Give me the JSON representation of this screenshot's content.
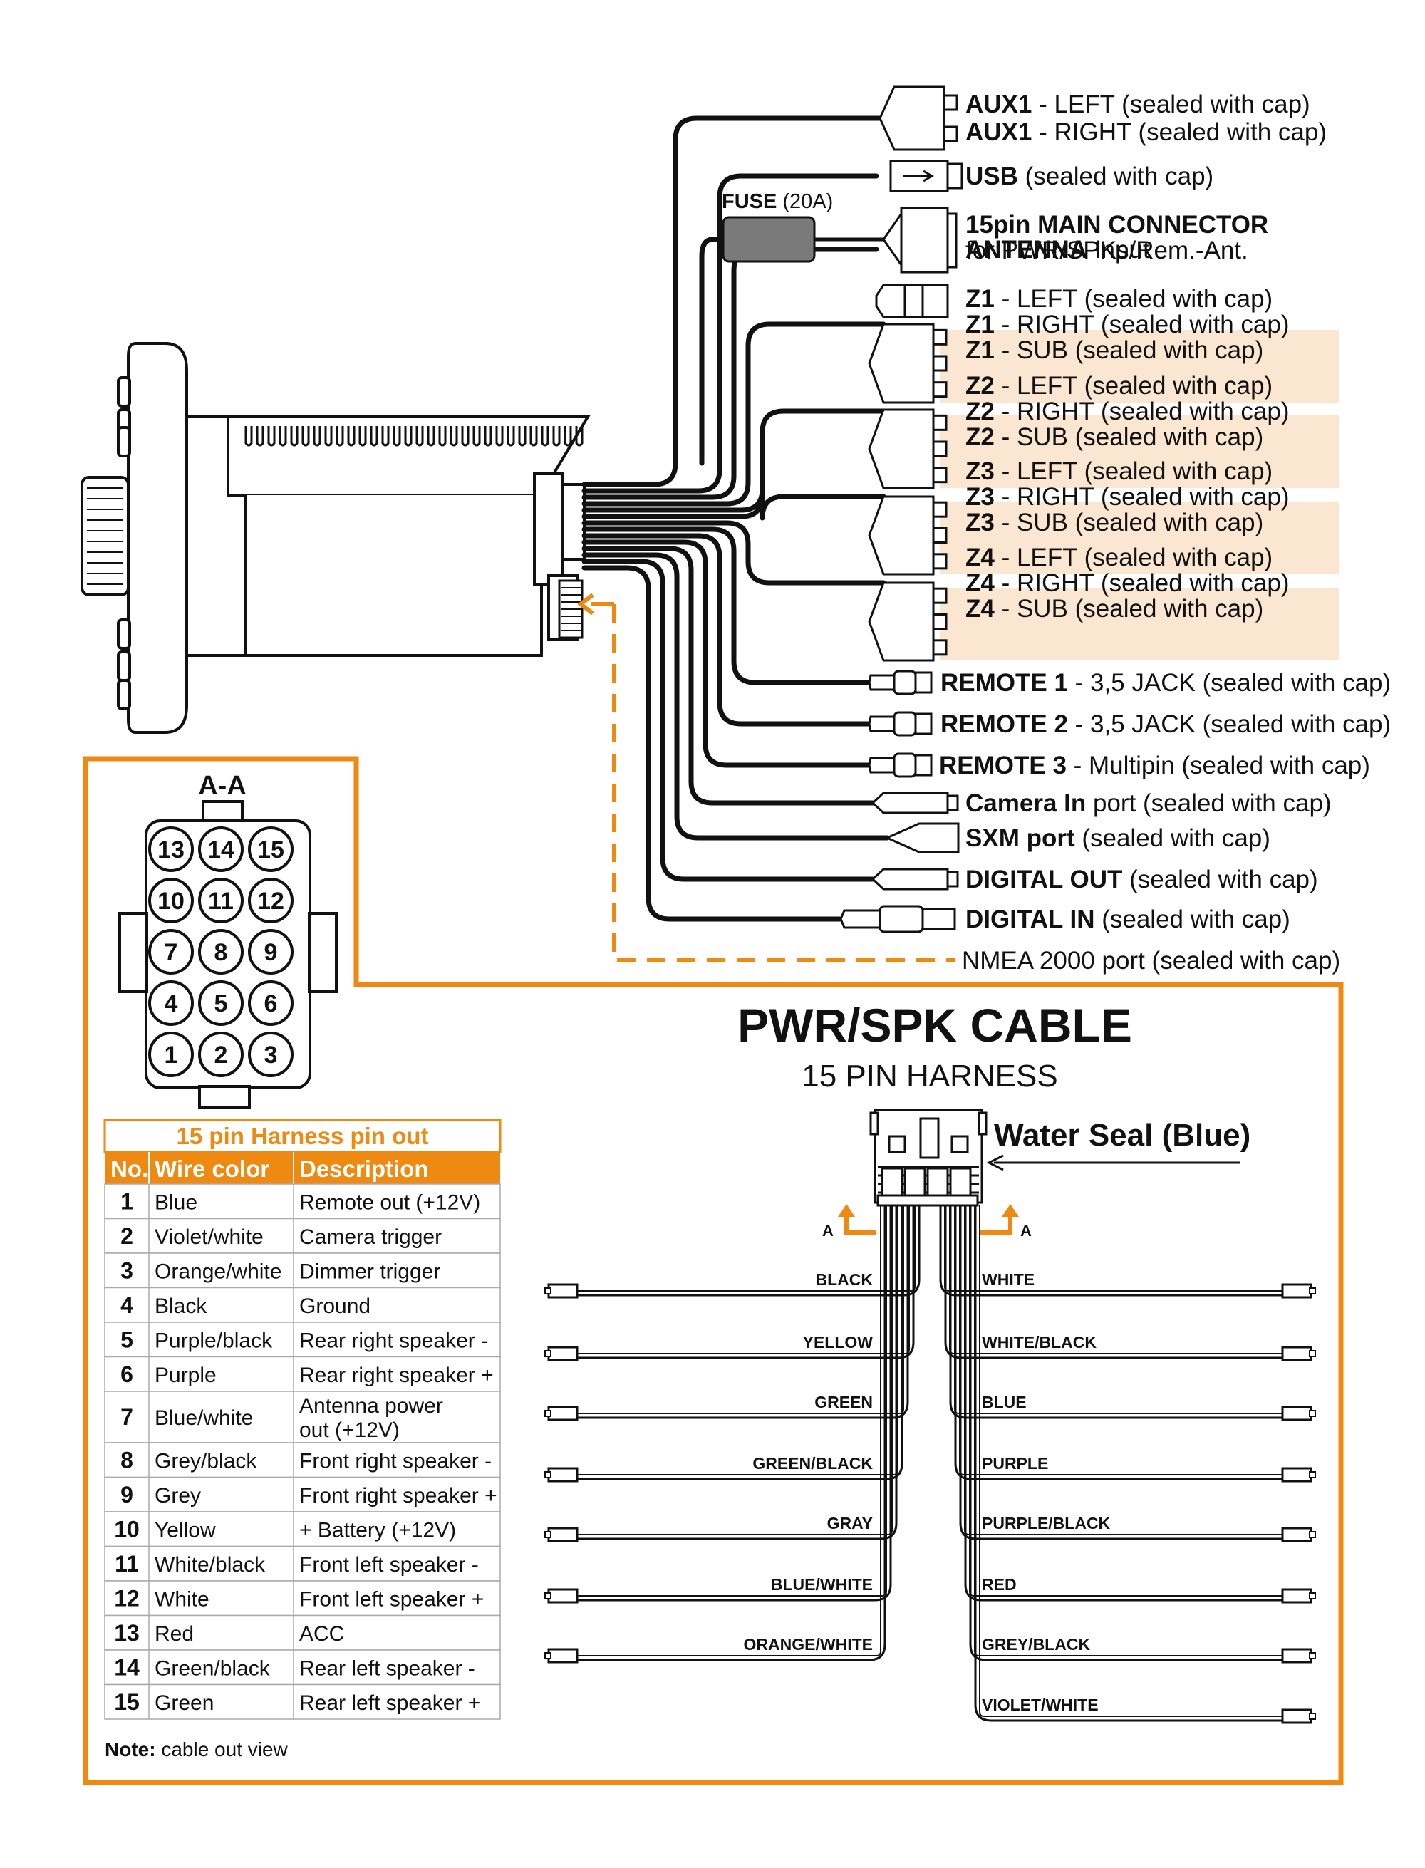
{
  "colors": {
    "accent": "#ee8a12",
    "zone_highlight": "#fbe6d2",
    "wire": "#111111",
    "fuse_fill": "#7a7a7a"
  },
  "connectors": [
    {
      "bold": "AUX1",
      "rest": " - LEFT (sealed with cap)",
      "icon": "rca-connector-icon"
    },
    {
      "bold": "AUX1",
      "rest": " - RIGHT (sealed with cap)",
      "icon": "rca-connector-icon"
    },
    {
      "bold": "USB",
      "rest": " (sealed with cap)",
      "icon": "usb-connector-icon"
    },
    {
      "bold": "15pin MAIN CONNECTOR",
      "rest": "",
      "sub": "for PWR/SPKs/Rem.-Ant.",
      "icon": "multipin-connector-icon"
    },
    {
      "bold": "ANTENNA",
      "rest": " Input",
      "icon": "antenna-connector-icon"
    },
    {
      "bold": "Z1",
      "rest": " - LEFT (sealed with cap)",
      "icon": "rca-connector-icon"
    },
    {
      "bold": "Z1",
      "rest": " - RIGHT (sealed with cap)",
      "icon": "rca-connector-icon"
    },
    {
      "bold": "Z1",
      "rest": " - SUB (sealed with cap)",
      "icon": "rca-connector-icon"
    },
    {
      "bold": "Z2",
      "rest": " - LEFT (sealed with cap)",
      "icon": "rca-connector-icon"
    },
    {
      "bold": "Z2",
      "rest": " - RIGHT (sealed with cap)",
      "icon": "rca-connector-icon"
    },
    {
      "bold": "Z2",
      "rest": " - SUB (sealed with cap)",
      "icon": "rca-connector-icon"
    },
    {
      "bold": "Z3",
      "rest": " - LEFT (sealed with cap)",
      "icon": "rca-connector-icon"
    },
    {
      "bold": "Z3",
      "rest": " - RIGHT (sealed with cap)",
      "icon": "rca-connector-icon"
    },
    {
      "bold": "Z3",
      "rest": " - SUB (sealed with cap)",
      "icon": "rca-connector-icon"
    },
    {
      "bold": "Z4",
      "rest": " - LEFT (sealed with cap)",
      "icon": "rca-connector-icon"
    },
    {
      "bold": "Z4",
      "rest": " - RIGHT (sealed with cap)",
      "icon": "rca-connector-icon"
    },
    {
      "bold": "Z4",
      "rest": " - SUB (sealed with cap)",
      "icon": "rca-connector-icon"
    },
    {
      "bold": "REMOTE 1",
      "rest": " - 3,5 JACK (sealed with cap)",
      "icon": "jack-connector-icon"
    },
    {
      "bold": "REMOTE 2",
      "rest": " - 3,5 JACK (sealed with cap)",
      "icon": "jack-connector-icon"
    },
    {
      "bold": "REMOTE 3",
      "rest": " - Multipin (sealed with cap)",
      "icon": "jack-connector-icon"
    },
    {
      "bold": "Camera In",
      "rest": " port (sealed with cap)",
      "icon": "rca-connector-icon"
    },
    {
      "bold": "SXM port",
      "rest": " (sealed with cap)",
      "icon": "sxm-connector-icon"
    },
    {
      "bold": "DIGITAL OUT",
      "rest": " (sealed with cap)",
      "icon": "rca-connector-icon"
    },
    {
      "bold": "DIGITAL IN",
      "rest": " (sealed with cap)",
      "icon": "optical-connector-icon"
    },
    {
      "bold": "",
      "rest": "NMEA 2000 port (sealed with cap)",
      "icon": "nmea-dashed-line"
    }
  ],
  "fuse": {
    "label_bold": "FUSE",
    "label_rest": " (20A)"
  },
  "section_a": {
    "label": "A-A",
    "pins": [
      "13",
      "14",
      "15",
      "10",
      "11",
      "12",
      "7",
      "8",
      "9",
      "4",
      "5",
      "6",
      "1",
      "2",
      "3"
    ]
  },
  "pin_table": {
    "title": "15 pin Harness pin out",
    "headers": [
      "No.",
      "Wire color",
      "Description"
    ],
    "rows": [
      [
        "1",
        "Blue",
        "Remote out (+12V)"
      ],
      [
        "2",
        "Violet/white",
        "Camera trigger"
      ],
      [
        "3",
        "Orange/white",
        "Dimmer trigger"
      ],
      [
        "4",
        "Black",
        "Ground"
      ],
      [
        "5",
        "Purple/black",
        "Rear right speaker -"
      ],
      [
        "6",
        "Purple",
        "Rear right speaker +"
      ],
      [
        "7",
        "Blue/white",
        "Antenna power out (+12V)"
      ],
      [
        "8",
        "Grey/black",
        "Front right speaker -"
      ],
      [
        "9",
        "Grey",
        "Front right speaker +"
      ],
      [
        "10",
        "Yellow",
        "+ Battery (+12V)"
      ],
      [
        "11",
        "White/black",
        "Front left speaker -"
      ],
      [
        "12",
        "White",
        "Front left speaker +"
      ],
      [
        "13",
        "Red",
        "ACC"
      ],
      [
        "14",
        "Green/black",
        "Rear left speaker -"
      ],
      [
        "15",
        "Green",
        "Rear left speaker +"
      ]
    ],
    "note_bold": "Note:",
    "note_rest": " cable out view"
  },
  "harness": {
    "title": "PWR/SPK CABLE",
    "subtitle": "15 PIN HARNESS",
    "water_seal": "Water Seal (Blue)",
    "section_marker": "A",
    "left_wires": [
      "BLACK",
      "YELLOW",
      "GREEN",
      "GREEN/BLACK",
      "GRAY",
      "BLUE/WHITE",
      "ORANGE/WHITE"
    ],
    "right_wires": [
      "WHITE",
      "WHITE/BLACK",
      "BLUE",
      "PURPLE",
      "PURPLE/BLACK",
      "RED",
      "GREY/BLACK",
      "VIOLET/WHITE"
    ]
  }
}
